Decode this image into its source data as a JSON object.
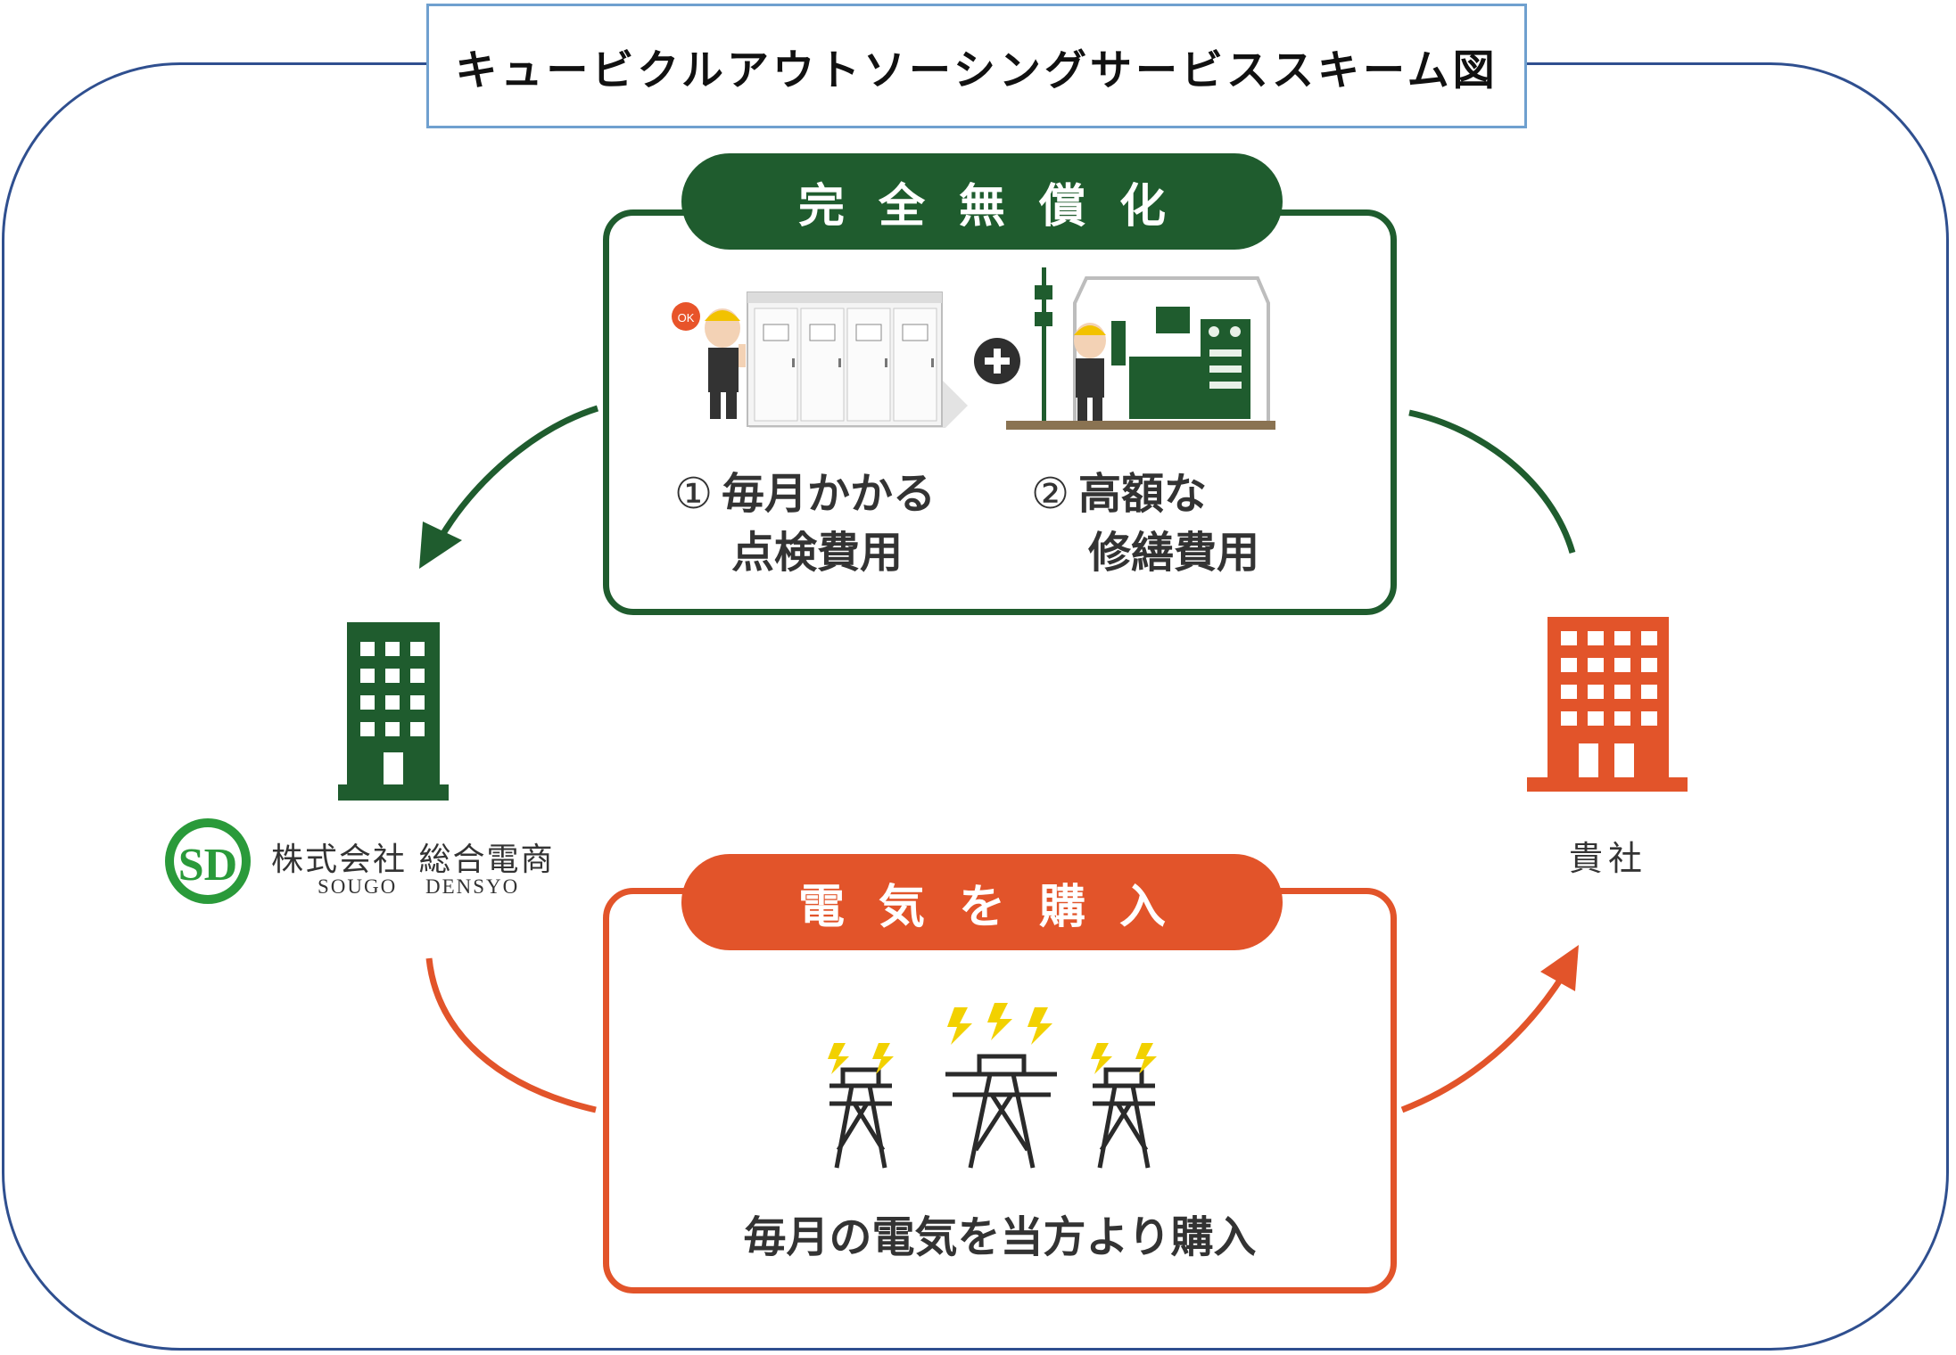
{
  "title": "キュービクルアウトソーシングサービススキーム図",
  "top_panel": {
    "badge": "完全無償化",
    "item1": {
      "number": "①",
      "line1": "毎月かかる",
      "line2": "点検費用"
    },
    "item2": {
      "number": "②",
      "line1": "高額な",
      "line2": "修繕費用"
    },
    "ok_bubble": "OK"
  },
  "bottom_panel": {
    "badge": "電気を購入",
    "caption": "毎月の電気を当方より購入"
  },
  "left_party": {
    "name_jp": "株式会社 総合電商",
    "name_en": "SOUGO DENSYO",
    "logo_letters": "SD"
  },
  "right_party": {
    "name": "貴社"
  },
  "colors": {
    "green": "#1f5c2e",
    "orange": "#e2542a",
    "frame": "#2f4f8f",
    "title_border": "#6fa0cf",
    "logo_green": "#2a9a3a",
    "lightning": "#f2d100"
  }
}
